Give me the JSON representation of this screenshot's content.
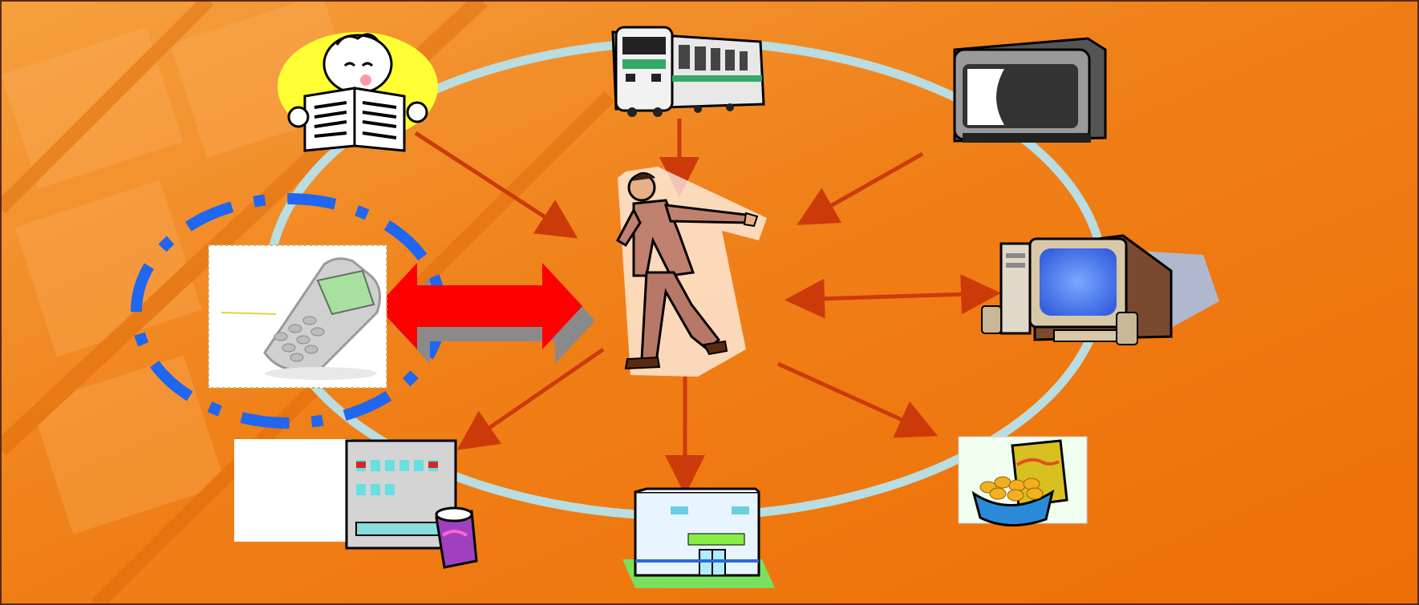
{
  "diagram": {
    "center": {
      "icon": "businessman-walking-icon"
    },
    "nodes": [
      {
        "id": "newspaper",
        "icon": "newspaper-reader-icon",
        "arrow": "to-center"
      },
      {
        "id": "train",
        "icon": "train-icon",
        "arrow": "to-center"
      },
      {
        "id": "tv",
        "icon": "television-icon",
        "arrow": "to-center"
      },
      {
        "id": "computer",
        "icon": "desktop-computer-icon",
        "arrow": "both"
      },
      {
        "id": "chips",
        "icon": "chips-snack-icon",
        "arrow": "from-center"
      },
      {
        "id": "store",
        "icon": "convenience-store-icon",
        "arrow": "from-center"
      },
      {
        "id": "vending",
        "icon": "vending-machine-icon",
        "arrow": "from-center"
      },
      {
        "id": "phone",
        "icon": "mobile-phone-icon",
        "arrow": "both",
        "highlighted": true
      }
    ],
    "highlight_text": "mobile-phone"
  },
  "colors": {
    "background": "#f07810",
    "ring": "#b9dde0",
    "arrow": "#cc3a0a",
    "highlight_arrow": "#ff0000",
    "highlight_ring": "#1f66f0",
    "shadow": "#8a8a8a"
  }
}
